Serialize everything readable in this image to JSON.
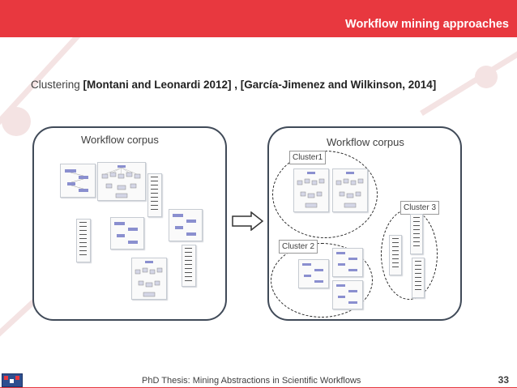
{
  "slide": {
    "title": "Workflow mining approaches",
    "subtitle_prefix": "Clustering ",
    "subtitle_refs": "[Montani and Leonardi 2012] , [García-Jimenez and Wilkinson, 2014]",
    "left_panel_label": "Workflow corpus",
    "right_panel_label": "Workflow corpus",
    "clusters": [
      "Cluster1",
      "Cluster 2",
      "Cluster 3"
    ],
    "footer_text": "PhD Thesis: Mining Abstractions in Scientific Workflows",
    "page_number": "33"
  },
  "colors": {
    "accent": "#e8383f",
    "panel_border": "#404a58",
    "text": "#404040"
  },
  "icons": {
    "arrow": "right-arrow-icon",
    "logo": "university-logo-icon"
  }
}
